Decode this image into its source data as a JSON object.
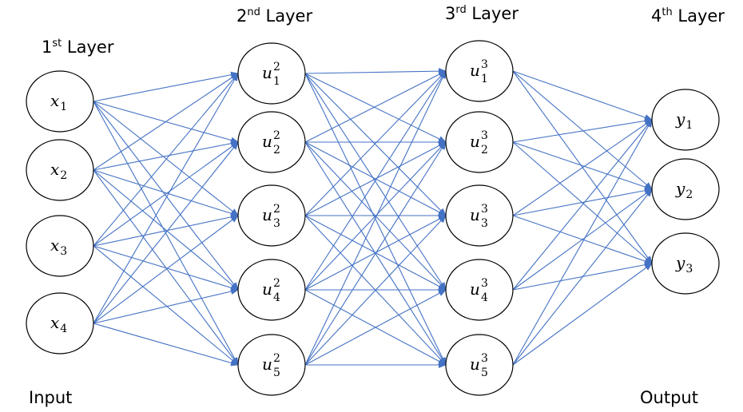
{
  "diagram": {
    "title": "Neural network with four layers",
    "edge_color": "#4472C4",
    "node_stroke_color": "#000000",
    "layers": [
      {
        "id": "layer1",
        "title_base": "1",
        "title_sup": "st",
        "title_rest": " Layer",
        "io_label": "Input",
        "nodes": [
          {
            "var": "x",
            "sub": "1",
            "sup": ""
          },
          {
            "var": "x",
            "sub": "2",
            "sup": ""
          },
          {
            "var": "x",
            "sub": "3",
            "sup": ""
          },
          {
            "var": "x",
            "sub": "4",
            "sup": ""
          }
        ]
      },
      {
        "id": "layer2",
        "title_base": "2",
        "title_sup": "nd",
        "title_rest": " Layer",
        "io_label": "",
        "nodes": [
          {
            "var": "u",
            "sub": "1",
            "sup": "2"
          },
          {
            "var": "u",
            "sub": "2",
            "sup": "2"
          },
          {
            "var": "u",
            "sub": "3",
            "sup": "2"
          },
          {
            "var": "u",
            "sub": "4",
            "sup": "2"
          },
          {
            "var": "u",
            "sub": "5",
            "sup": "2"
          }
        ]
      },
      {
        "id": "layer3",
        "title_base": "3",
        "title_sup": "rd",
        "title_rest": " Layer",
        "io_label": "",
        "nodes": [
          {
            "var": "u",
            "sub": "1",
            "sup": "3"
          },
          {
            "var": "u",
            "sub": "2",
            "sup": "3"
          },
          {
            "var": "u",
            "sub": "3",
            "sup": "3"
          },
          {
            "var": "u",
            "sub": "4",
            "sup": "3"
          },
          {
            "var": "u",
            "sub": "5",
            "sup": "3"
          }
        ]
      },
      {
        "id": "layer4",
        "title_base": "4",
        "title_sup": "th",
        "title_rest": " Layer",
        "io_label": "Output",
        "nodes": [
          {
            "var": "y",
            "sub": "1",
            "sup": ""
          },
          {
            "var": "y",
            "sub": "2",
            "sup": ""
          },
          {
            "var": "y",
            "sub": "3",
            "sup": ""
          }
        ]
      }
    ],
    "connectivity": "fully-connected between consecutive layers, arrows point forward"
  }
}
